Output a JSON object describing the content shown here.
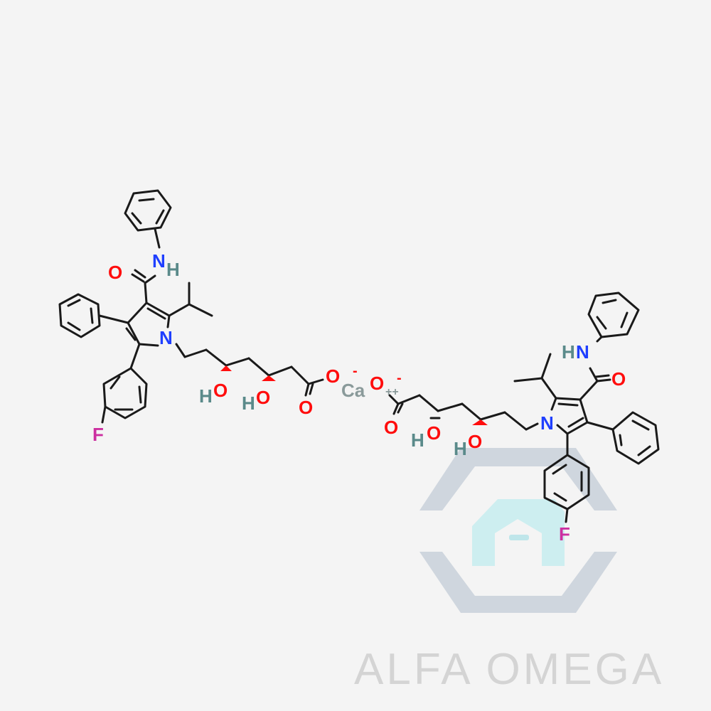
{
  "figure": {
    "subject": "Atorvastatin Calcium",
    "colors": {
      "background": "#f4f4f4",
      "bond": "#1a1a1a",
      "oxygen": "#ff0d0d",
      "nitrogen": "#1f3fff",
      "fluorine": "#cc2fa0",
      "hydrogen": "#5a8a8a",
      "calcium": "#8a9a9a",
      "watermark_hex": "#cfd6de",
      "watermark_a": "#cdeef0",
      "watermark_text": "#d4d4d4"
    },
    "atoms_left": {
      "o_amide": "O",
      "nh_n": "N",
      "nh_h": "H",
      "n_ring": "N",
      "f": "F",
      "oh1_h": "H",
      "oh1_o": "O",
      "oh2_h": "H",
      "oh2_o": "O",
      "o_carbonyl": "O",
      "o_anion": "O",
      "o_anion_charge": "-"
    },
    "center": {
      "ca": "Ca",
      "ca_charge": "++"
    },
    "atoms_right": {
      "o_anion": "O",
      "o_anion_charge": "-",
      "o_carbonyl": "O",
      "oh1_h": "H",
      "oh1_o": "O",
      "oh2_h": "H",
      "oh2_o": "O",
      "n_ring": "N",
      "hn_h": "H",
      "hn_n": "N",
      "o_amide": "O",
      "f": "F"
    },
    "watermark": {
      "text": "ALFA OMEGA"
    }
  }
}
